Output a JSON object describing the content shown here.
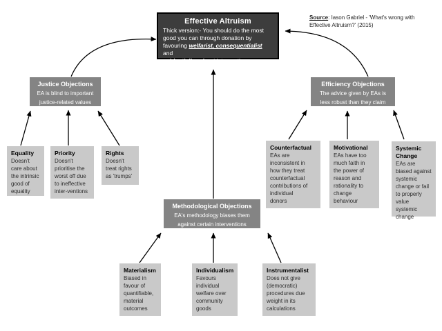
{
  "colors": {
    "root_fill": "#3d3d3d",
    "root_border": "#000000",
    "branch_fill": "#848484",
    "leaf_fill": "#c9c9c9",
    "background": "#ffffff"
  },
  "source_note": {
    "label": "Source",
    "rest": ": Iason Gabriel - 'What's wrong with\nEffective Altruism?' (2015)"
  },
  "root_node": {
    "title": "Effective Altruism",
    "body_segments": [
      {
        "text": "Thick version:- You should do the most\ngood you can through donation by\nfavouring "
      },
      {
        "text": "welfarist, consequentialist"
      },
      {
        "text": " and\n"
      },
      {
        "text": "evidentially robust"
      },
      {
        "text": " interventions."
      }
    ]
  },
  "branch_nodes": {
    "justice": {
      "title": "Justice Objections",
      "body": "EA is blind to important\njustice-related values"
    },
    "efficiency": {
      "title": "Efficiency Objections",
      "body": "The advice given by EAs is\nless robust than they claim"
    },
    "methodological": {
      "title": "Methodological Objections",
      "body": "EA's methodology biases them\nagainst certain interventions"
    }
  },
  "leaf_nodes": {
    "equality": {
      "title": "Equality",
      "body": "Doesn't\ncare about\nthe intrinsic\ngood of\nequality"
    },
    "priority": {
      "title": "Priority",
      "body": "Doesn't\nprioritise the\nworst off due\nto ineffective\ninter-ventions"
    },
    "rights": {
      "title": "Rights",
      "body": "Doesn't\ntreat rights\nas 'trumps'"
    },
    "counterfactual": {
      "title": "Counterfactual",
      "body": "EAs are\ninconsistent in\nhow they treat\ncounterfactual\ncontributions of\nindividual\ndonors"
    },
    "motivational": {
      "title": "Motivational",
      "body": "EAs have too\nmuch faith in\nthe power of\nreason and\nrationality to\nchange\nbehaviour"
    },
    "systemic_change": {
      "title": "Systemic\nChange",
      "body": "EAs are\nbiased against\nsystemic\nchange or fail\nto properly\nvalue systemic\nchange"
    },
    "materialism": {
      "title": "Materialism",
      "body": "Biased in\nfavour of\nquantifiable,\nmaterial\noutcomes"
    },
    "individualism": {
      "title": "Individualism",
      "body": "Favours\nindividual\nwelfare over\ncommunity\ngoods"
    },
    "instrumentalist": {
      "title": "Instrumentalist",
      "body": "Does not give\n(democratic)\nprocedures due\nweight in its\ncalculations"
    }
  }
}
